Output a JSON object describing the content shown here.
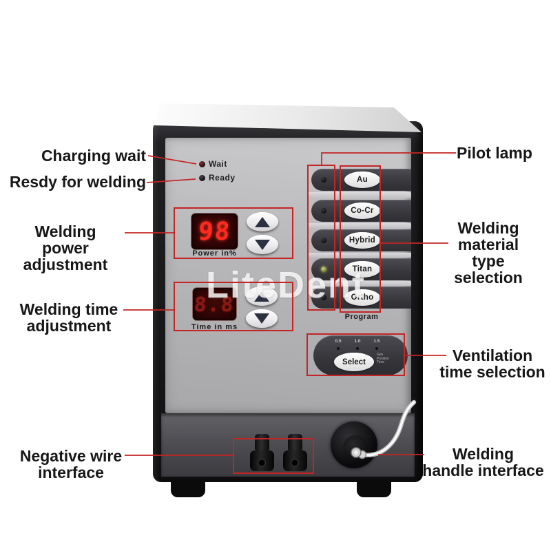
{
  "annotation_color": "#c42424",
  "watermark": "LiteDent",
  "callouts": {
    "charging_wait": "Charging wait",
    "ready_for_welding": "Resdy for welding",
    "welding_power": "Welding power\nadjustment",
    "welding_time": "Welding time\nadjustment",
    "negative_wire": "Negative wire\ninterface",
    "pilot_lamp": "Pilot lamp",
    "material_selection": "Welding\nmaterial\ntype selection",
    "ventilation": "Ventilation\ntime selection",
    "handle_interface": "Welding\nhandle interface"
  },
  "panel": {
    "indicators": {
      "wait": "Wait",
      "ready": "Ready"
    },
    "power": {
      "value": "98",
      "unit_label": "Power in%",
      "digit_color": "#ff2a1e"
    },
    "time": {
      "value": "8.8",
      "unit_label": "Time in ms"
    },
    "materials": {
      "buttons": [
        "Au",
        "Co-Cr",
        "Hybrid",
        "Titan",
        "Ortho"
      ],
      "active_button": "Titan",
      "program_label": "Program"
    },
    "ventilation": {
      "times": [
        "0.5",
        "1.0",
        "1.5"
      ],
      "select_label": "Select",
      "side_text": "Gas\nPosition\nTime"
    }
  }
}
